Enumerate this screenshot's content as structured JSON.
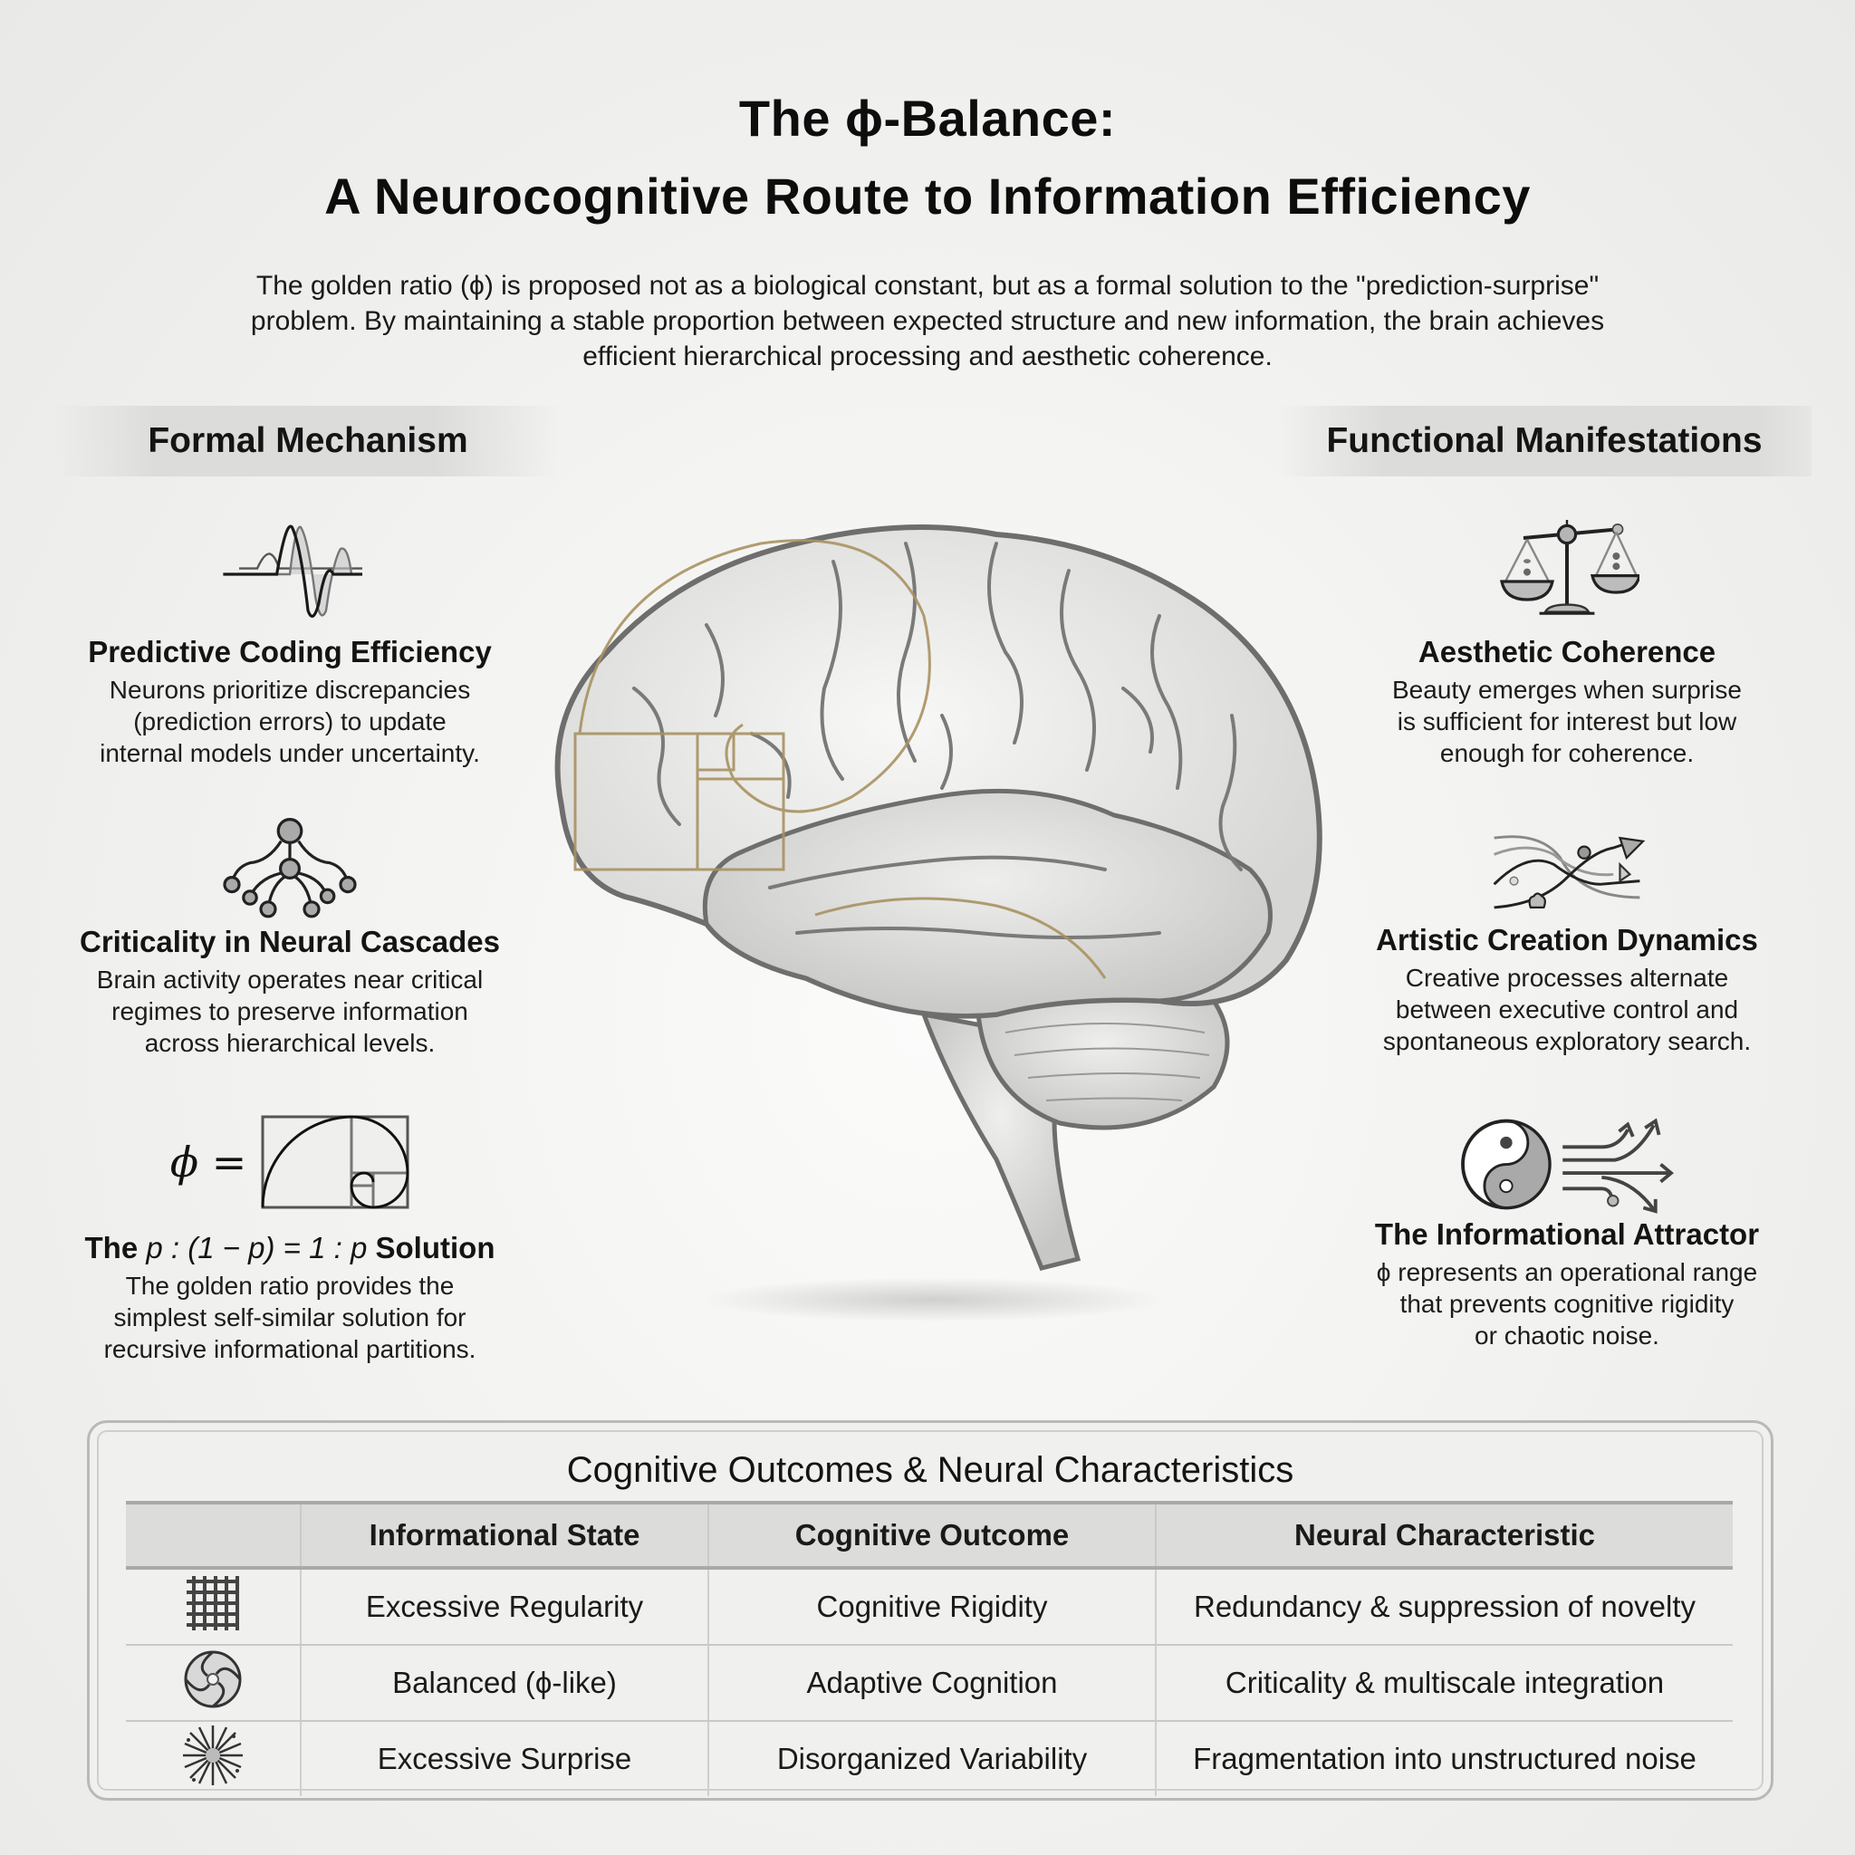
{
  "header": {
    "title_line1": "The ϕ-Balance:",
    "title_line2": "A Neurocognitive Route to Information Efficiency",
    "intro_line1": "The golden ratio (ϕ) is proposed not as a biological constant, but as a formal solution to the \"prediction-surprise\"",
    "intro_line2": "problem. By maintaining a stable proportion between expected structure and new information, the brain achieves",
    "intro_line3": "efficient hierarchical processing and aesthetic coherence."
  },
  "left_column": {
    "heading": "Formal Mechanism",
    "items": [
      {
        "icon": "waveform-icon",
        "title": "Predictive Coding Efficiency",
        "lines": [
          "Neurons prioritize discrepancies",
          "(prediction errors) to update",
          "internal models under uncertainty."
        ]
      },
      {
        "icon": "cascade-tree-icon",
        "title": "Criticality in Neural Cascades",
        "lines": [
          "Brain activity operates near critical",
          "regimes to preserve information",
          "across hierarchical levels."
        ]
      },
      {
        "icon": "golden-spiral-icon",
        "equation_label": "ϕ =",
        "title_prefix": "The ",
        "title_formula": "p : (1 − p) = 1 : p",
        "title_suffix": " Solution",
        "lines": [
          "The golden ratio provides the",
          "simplest self-similar solution for",
          "recursive informational partitions."
        ]
      }
    ]
  },
  "right_column": {
    "heading": "Functional Manifestations",
    "items": [
      {
        "icon": "balance-scale-icon",
        "title": "Aesthetic Coherence",
        "lines": [
          "Beauty emerges when surprise",
          "is sufficient for interest but low",
          "enough for coherence."
        ]
      },
      {
        "icon": "flowing-waves-icon",
        "title": "Artistic Creation Dynamics",
        "lines": [
          "Creative processes alternate",
          "between executive control and",
          "spontaneous exploratory search."
        ]
      },
      {
        "icon": "yin-yang-arrows-icon",
        "title": "The Informational Attractor",
        "lines": [
          "ϕ represents an operational range",
          "that prevents cognitive rigidity",
          "or chaotic noise."
        ]
      }
    ]
  },
  "center": {
    "illustration": "brain-with-golden-spiral",
    "spiral_color": "#a89262",
    "outline_color": "#6e6e6e"
  },
  "table": {
    "title": "Cognitive Outcomes & Neural Characteristics",
    "columns": [
      "",
      "Informational State",
      "Cognitive Outcome",
      "Neural Characteristic"
    ],
    "rows": [
      {
        "icon": "grid-icon",
        "state": "Excessive Regularity",
        "outcome": "Cognitive Rigidity",
        "neural": "Redundancy & suppression of novelty"
      },
      {
        "icon": "swirl-icon",
        "state": "Balanced (ϕ-like)",
        "outcome": "Adaptive Cognition",
        "neural": "Criticality & multiscale integration"
      },
      {
        "icon": "burst-icon",
        "state": "Excessive Surprise",
        "outcome": "Disorganized Variability",
        "neural": "Fragmentation into unstructured noise"
      }
    ]
  }
}
